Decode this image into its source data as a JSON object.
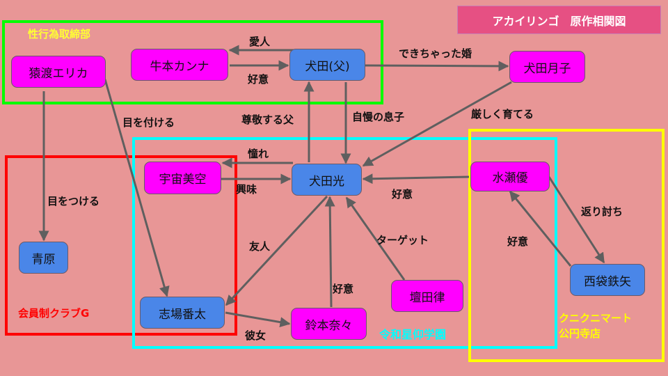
{
  "title": "アカイリンゴ　原作相関図",
  "colors": {
    "background": "#e89696",
    "character_female": "#ff00ff",
    "character_male": "#4a86e8",
    "title_bg": "#e65083",
    "edge": "#5f5f5f"
  },
  "groups": [
    {
      "id": "seiko",
      "label": "性行為取締部",
      "color": "#00ff00",
      "label_color": "#ffff33"
    },
    {
      "id": "club",
      "label": "会員制クラブG",
      "color": "#ff0000",
      "label_color": "#ff0000"
    },
    {
      "id": "school",
      "label": "令和星仰学園",
      "color": "#00ffff",
      "label_color": "#00ffff"
    },
    {
      "id": "mart",
      "label": "クニクニマート\n公円寺店",
      "label_lines": [
        "クニクニマート",
        "公円寺店"
      ],
      "color": "#ffff00",
      "label_color": "#ffff00"
    }
  ],
  "nodes": {
    "saruwatari": {
      "name": "猿渡エリカ",
      "type": "female"
    },
    "ushimoto": {
      "name": "牛本カンナ",
      "type": "female"
    },
    "inuta_father": {
      "name": "犬田(父)",
      "type": "male"
    },
    "inuta_tsukiko": {
      "name": "犬田月子",
      "type": "female"
    },
    "uchu": {
      "name": "宇宙美空",
      "type": "female"
    },
    "inuta_hikaru": {
      "name": "犬田光",
      "type": "male"
    },
    "minase": {
      "name": "水瀬優",
      "type": "female"
    },
    "aohara": {
      "name": "青原",
      "type": "male"
    },
    "shiba": {
      "name": "志場番太",
      "type": "male"
    },
    "suzumoto": {
      "name": "鈴本奈々",
      "type": "female"
    },
    "danda": {
      "name": "壇田律",
      "type": "female"
    },
    "nishibukuro": {
      "name": "西袋鉄矢",
      "type": "male"
    }
  },
  "edges": [
    {
      "from": "inuta_father",
      "to": "ushimoto",
      "label": "愛人"
    },
    {
      "from": "ushimoto",
      "to": "inuta_father",
      "label": "好意"
    },
    {
      "from": "inuta_father",
      "to": "inuta_tsukiko",
      "label": "できちゃった婚"
    },
    {
      "from": "inuta_hikaru",
      "to": "inuta_father",
      "label": "尊敬する父"
    },
    {
      "from": "inuta_father",
      "to": "inuta_hikaru",
      "label": "自慢の息子"
    },
    {
      "from": "inuta_tsukiko",
      "to": "inuta_hikaru",
      "label": "厳しく育てる"
    },
    {
      "from": "saruwatari",
      "to": "shiba",
      "label": "目を付ける"
    },
    {
      "from": "saruwatari",
      "to": "aohara",
      "label": "目をつける"
    },
    {
      "from": "inuta_hikaru",
      "to": "uchu",
      "label": "憧れ"
    },
    {
      "from": "uchu",
      "to": "inuta_hikaru",
      "label": "興味"
    },
    {
      "from": "minase",
      "to": "inuta_hikaru",
      "label": "好意"
    },
    {
      "from": "inuta_hikaru",
      "to": "shiba",
      "label": "友人"
    },
    {
      "from": "suzumoto",
      "to": "inuta_hikaru",
      "label": "好意"
    },
    {
      "from": "danda",
      "to": "inuta_hikaru",
      "label": "ターゲット"
    },
    {
      "from": "shiba",
      "to": "suzumoto",
      "label": "彼女"
    },
    {
      "from": "minase",
      "to": "nishibukuro",
      "label": "返り討ち"
    },
    {
      "from": "nishibukuro",
      "to": "minase",
      "label": "好意"
    }
  ]
}
